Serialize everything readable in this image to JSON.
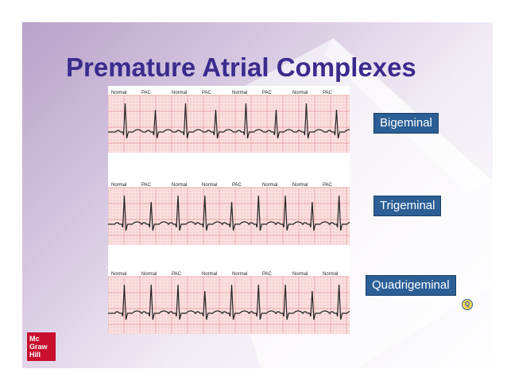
{
  "title": "Premature Atrial Complexes",
  "strips": [
    {
      "labels": [
        "Normal",
        "PAC",
        "Normal",
        "PAC",
        "Normal",
        "PAC",
        "Normal",
        "PAC"
      ]
    },
    {
      "labels": [
        "Normal",
        "PAC",
        "Normal",
        "Normal",
        "PAC",
        "Normal",
        "Normal",
        "PAC"
      ]
    },
    {
      "labels": [
        "Normal",
        "Normal",
        "PAC",
        "Normal",
        "Normal",
        "PAC",
        "Normal",
        "Normal"
      ]
    }
  ],
  "rhythm_labels": [
    "Bigeminal",
    "Trigeminal",
    "Quadrigeminal"
  ],
  "q_badge": "Q",
  "logo": {
    "line1": "Mc",
    "line2": "Graw",
    "line3": "Hill"
  },
  "colors": {
    "title": "#3b2b8e",
    "label_bg": "#2b5f96",
    "logo_bg": "#c8102e",
    "grid": "#e9a3a3",
    "ecg_paper": "#fbe3e3"
  }
}
